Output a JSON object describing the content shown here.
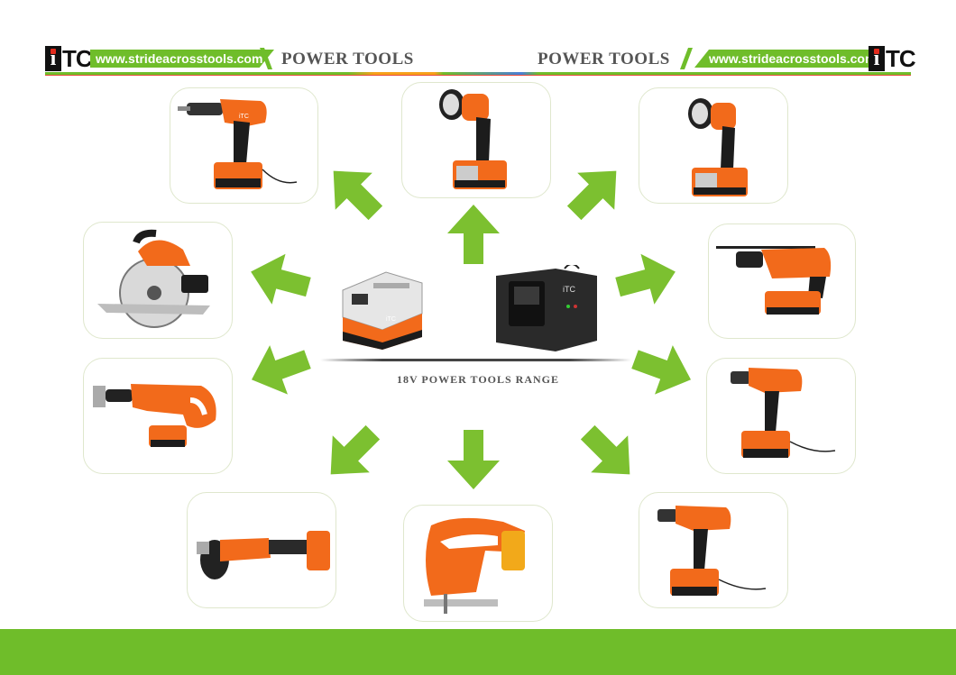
{
  "header": {
    "url_left": "www.strideacrosstools.com",
    "url_right": "www.strideacrosstools.com",
    "title_left": "POWER TOOLS",
    "title_right": "POWER TOOLS",
    "logo_text": "TC"
  },
  "center": {
    "range_label": "18V POWER TOOLS RANGE",
    "battery_text": "iTC",
    "charger_text": "iTC"
  },
  "tool_badge": "iTC",
  "colors": {
    "accent_green": "#6fbd2a",
    "tool_orange": "#f26a1b",
    "tool_black": "#1c1c1c"
  },
  "tools": [
    "drill-icon",
    "work-light-icon",
    "work-light-icon",
    "circular-saw-icon",
    "rotary-hammer-icon",
    "reciprocating-saw-icon",
    "impact-driver-icon",
    "angle-grinder-icon",
    "jigsaw-icon",
    "impact-wrench-icon"
  ]
}
